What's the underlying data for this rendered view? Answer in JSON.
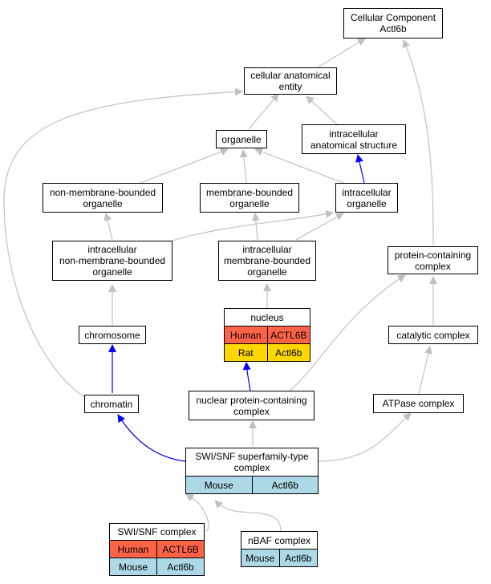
{
  "colors": {
    "edge_is_a": "#c0c0c0",
    "edge_part_of": "#0000ff",
    "human": "#ff6347",
    "rat": "#ffd700",
    "mouse": "#add8e6"
  },
  "nodes": {
    "cellular_component": {
      "title": "Cellular Component\nActl6b"
    },
    "cellular_anatomical_entity": {
      "title": "cellular anatomical\nentity"
    },
    "organelle": {
      "title": "organelle"
    },
    "intracellular_anatomical_structure": {
      "title": "intracellular\nanatomical structure"
    },
    "non_membrane_bounded_organelle": {
      "title": "non-membrane-bounded\norganelle"
    },
    "membrane_bounded_organelle": {
      "title": "membrane-bounded\norganelle"
    },
    "intracellular_organelle": {
      "title": "intracellular\norganelle"
    },
    "intracellular_non_membrane_bounded_organelle": {
      "title": "intracellular\nnon-membrane-bounded\norganelle"
    },
    "intracellular_membrane_bounded_organelle": {
      "title": "intracellular\nmembrane-bounded\norganelle"
    },
    "protein_containing_complex": {
      "title": "protein-containing\ncomplex"
    },
    "nucleus": {
      "title": "nucleus",
      "rows": [
        {
          "species": "Human",
          "gene": "ACTL6B"
        },
        {
          "species": "Rat",
          "gene": "Actl6b"
        }
      ]
    },
    "chromosome": {
      "title": "chromosome"
    },
    "catalytic_complex": {
      "title": "catalytic complex"
    },
    "chromatin": {
      "title": "chromatin"
    },
    "nuclear_protein_containing_complex": {
      "title": "nuclear protein-containing\ncomplex"
    },
    "atpase_complex": {
      "title": "ATPase complex"
    },
    "swi_snf_superfamily_type_complex": {
      "title": "SWI/SNF superfamily-type\ncomplex",
      "rows": [
        {
          "species": "Mouse",
          "gene": "Actl6b"
        }
      ]
    },
    "swi_snf_complex": {
      "title": "SWI/SNF complex",
      "rows": [
        {
          "species": "Human",
          "gene": "ACTL6B"
        },
        {
          "species": "Mouse",
          "gene": "Actl6b"
        }
      ]
    },
    "nbaf_complex": {
      "title": "nBAF complex",
      "rows": [
        {
          "species": "Mouse",
          "gene": "Actl6b"
        }
      ]
    }
  }
}
